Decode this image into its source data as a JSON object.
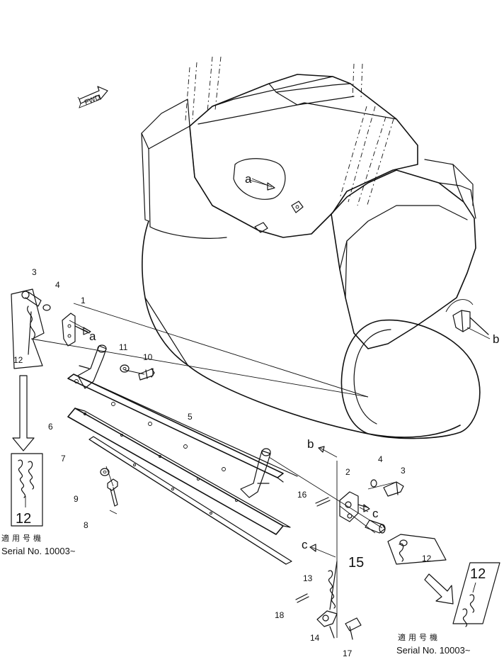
{
  "fwd_label": "FWD",
  "callouts": {
    "n1": "1",
    "n2": "2",
    "n3a": "3",
    "n3b": "3",
    "n4a": "4",
    "n4b": "4",
    "n5": "5",
    "n6": "6",
    "n7": "7",
    "n8": "8",
    "n9": "9",
    "n10": "10",
    "n11": "11",
    "n12a": "12",
    "n12b": "12",
    "n13": "13",
    "n14": "14",
    "n15": "15",
    "n16": "16",
    "n17": "17",
    "n18": "18"
  },
  "refs": {
    "a_top": "a",
    "a_left": "a",
    "b_top": "b",
    "b_right": "b",
    "c_left": "c",
    "c_right": "c"
  },
  "inset_left": {
    "part_number": "12",
    "jp_label": "適用号機",
    "serial": "Serial No. 10003~"
  },
  "inset_right": {
    "part_number": "12",
    "jp_label": "適用号機",
    "serial": "Serial No. 10003~"
  }
}
